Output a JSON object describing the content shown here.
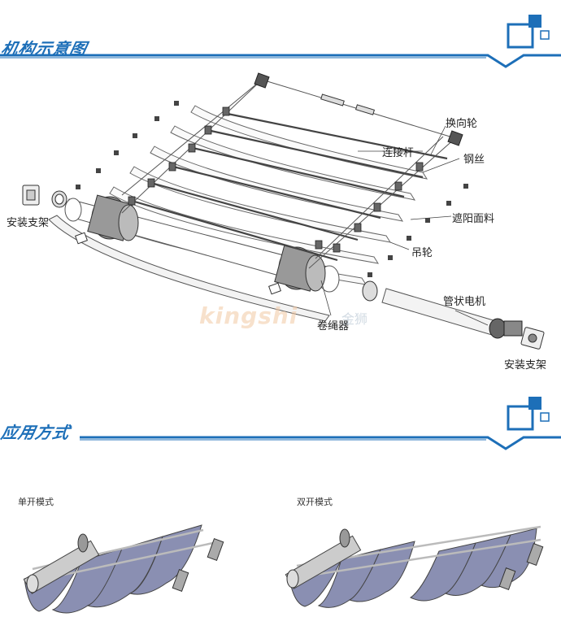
{
  "sections": {
    "structure_title": "机构示意图",
    "application_title": "应用方式"
  },
  "labels": {
    "reversing_wheel": "换向轮",
    "connecting_rod": "连接杆",
    "steel_wire": "钢丝",
    "shading_fabric": "遮阳面料",
    "hanging_wheel": "吊轮",
    "tubular_motor": "管状电机",
    "rope_winder": "卷绳器",
    "mount_bracket_left": "安装支架",
    "mount_bracket_right": "安装支架"
  },
  "watermark": {
    "brand": "kingshi",
    "brand_cn": "金狮"
  },
  "modes": {
    "single": "单开模式",
    "double": "双开模式"
  },
  "colors": {
    "accent": "#1d6fb8",
    "fabric": "#8a8fb2",
    "line": "#333333"
  }
}
